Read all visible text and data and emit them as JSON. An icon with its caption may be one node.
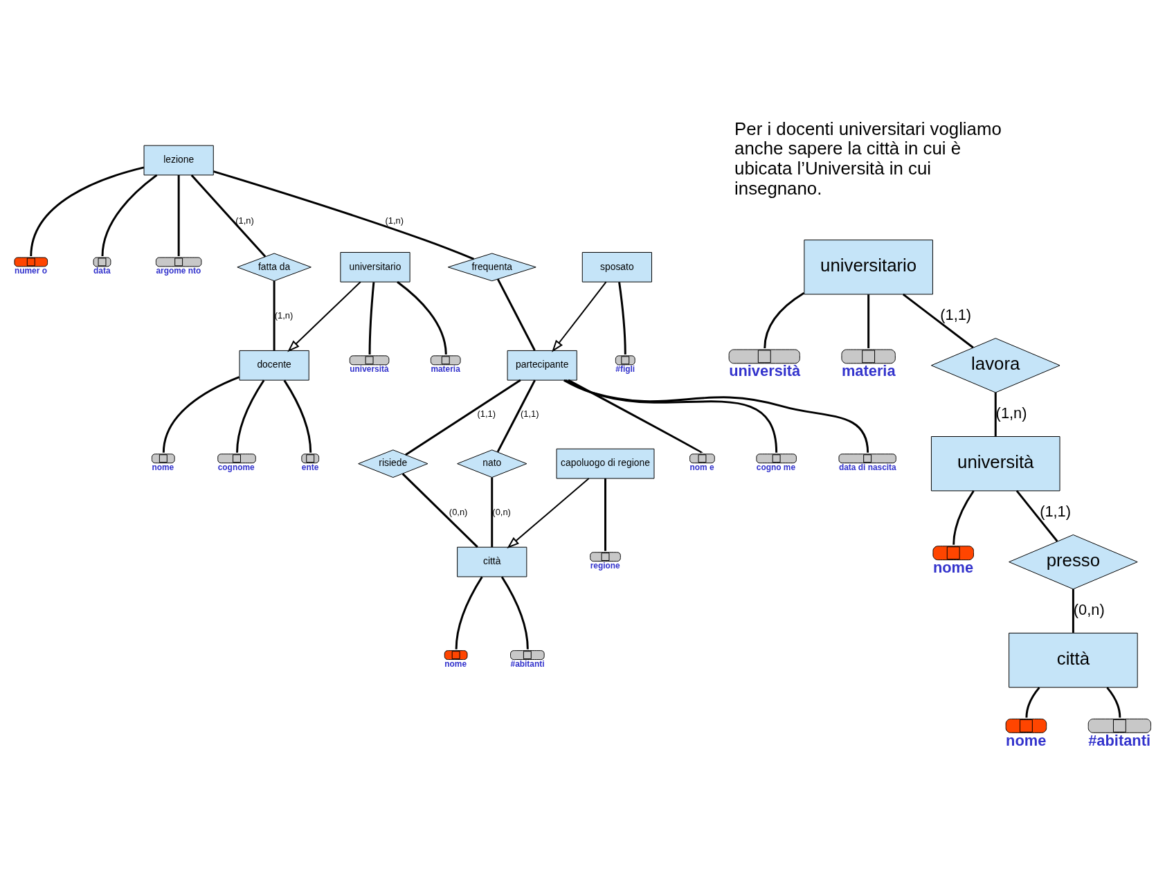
{
  "diagram": {
    "nodes": [
      {
        "text": [
          "lezione"
        ]
      },
      {
        "text": [
          "numer o"
        ]
      },
      {
        "text": [
          "data"
        ]
      },
      {
        "text": [
          "argome nto"
        ]
      },
      {
        "text": [
          "fatta da"
        ]
      },
      {
        "text": [
          "docente"
        ]
      },
      {
        "text": [
          "nome"
        ]
      },
      {
        "text": [
          "cognome"
        ]
      },
      {
        "text": [
          "ente"
        ]
      },
      {
        "text": [
          "frequenta"
        ]
      },
      {
        "text": [
          "universitario"
        ]
      },
      {
        "text": [
          "università"
        ]
      },
      {
        "text": [
          "materia"
        ]
      },
      {
        "text": [
          "risiede"
        ]
      },
      {
        "text": [
          "partecipante"
        ]
      },
      {
        "text": [
          "nom e"
        ]
      },
      {
        "text": [
          "cogno me"
        ]
      },
      {
        "text": [
          "data di nascita"
        ]
      },
      {
        "text": [
          "nato"
        ]
      },
      {
        "text": [
          "città"
        ]
      },
      {
        "text": [
          "nome"
        ]
      },
      {
        "text": [
          "#abitanti"
        ]
      },
      {
        "text": [
          "sposato"
        ]
      },
      {
        "text": [
          "#figli"
        ]
      },
      {
        "text": [
          "capoluogo di regione"
        ]
      },
      {
        "text": [
          "regione"
        ]
      },
      {
        "text": [
          "universitario"
        ]
      },
      {
        "text": [
          "università"
        ]
      },
      {
        "text": [
          "materia"
        ]
      },
      {
        "text": [
          "lavora"
        ]
      },
      {
        "text": [
          "università"
        ]
      },
      {
        "text": [
          "nome"
        ]
      },
      {
        "text": [
          "presso"
        ]
      },
      {
        "text": [
          "città"
        ]
      },
      {
        "text": [
          "nome"
        ]
      },
      {
        "text": [
          "#abitanti"
        ]
      }
    ],
    "edges": [
      {
        "from": 0,
        "to": 1,
        "arrow": "none"
      },
      {
        "from": 0,
        "to": 2,
        "arrow": "none"
      },
      {
        "from": 0,
        "to": 3,
        "arrow": "none"
      },
      {
        "from": 0,
        "to": 4,
        "arrow": "none",
        "label": "(1,n)"
      },
      {
        "from": 4,
        "to": 5,
        "arrow": "none",
        "label": "(1,n)"
      },
      {
        "from": 5,
        "to": 6,
        "arrow": "none"
      },
      {
        "from": 5,
        "to": 7,
        "arrow": "none"
      },
      {
        "from": 5,
        "to": 8,
        "arrow": "none"
      },
      {
        "from": 0,
        "to": 9,
        "arrow": "none",
        "label": "(1,n)"
      },
      {
        "from": 10,
        "to": 5,
        "arrow": "to"
      },
      {
        "from": 10,
        "to": 11,
        "arrow": "none"
      },
      {
        "from": 10,
        "to": 12,
        "arrow": "none"
      },
      {
        "from": 9,
        "to": 14,
        "arrow": "none"
      },
      {
        "from": 14,
        "to": 13,
        "arrow": "none",
        "label": "(1,1)"
      },
      {
        "from": 13,
        "to": 19,
        "arrow": "none",
        "label": "(0,n)"
      },
      {
        "from": 14,
        "to": 15,
        "arrow": "none"
      },
      {
        "from": 14,
        "to": 16,
        "arrow": "none"
      },
      {
        "from": 14,
        "to": 17,
        "arrow": "none"
      },
      {
        "from": 14,
        "to": 18,
        "arrow": "none",
        "label": "(1,1)"
      },
      {
        "from": 18,
        "to": 19,
        "arrow": "none",
        "label": "(0,n)"
      },
      {
        "from": 19,
        "to": 20,
        "arrow": "none"
      },
      {
        "from": 19,
        "to": 21,
        "arrow": "none"
      },
      {
        "from": 22,
        "to": 14,
        "arrow": "to"
      },
      {
        "from": 22,
        "to": 23,
        "arrow": "none"
      },
      {
        "from": 24,
        "to": 19,
        "arrow": "to"
      },
      {
        "from": 24,
        "to": 25,
        "arrow": "none"
      },
      {
        "from": 26,
        "to": 27,
        "arrow": "none"
      },
      {
        "from": 26,
        "to": 28,
        "arrow": "none"
      },
      {
        "from": 26,
        "to": 29,
        "arrow": "none",
        "label": "(1,1)"
      },
      {
        "from": 29,
        "to": 30,
        "arrow": "none",
        "label": "(1,n)"
      },
      {
        "from": 30,
        "to": 31,
        "arrow": "none"
      },
      {
        "from": 30,
        "to": 32,
        "arrow": "none",
        "label": "(1,1)"
      },
      {
        "from": 32,
        "to": 33,
        "arrow": "none",
        "label": "(0,n)"
      },
      {
        "from": 33,
        "to": 34,
        "arrow": "none"
      },
      {
        "from": 33,
        "to": 35,
        "arrow": "none"
      }
    ],
    "labels": [
      "Per i docenti universitari vogliamo anche sapere la città in cui è ubicata l’Università in cui insegnano."
    ]
  }
}
